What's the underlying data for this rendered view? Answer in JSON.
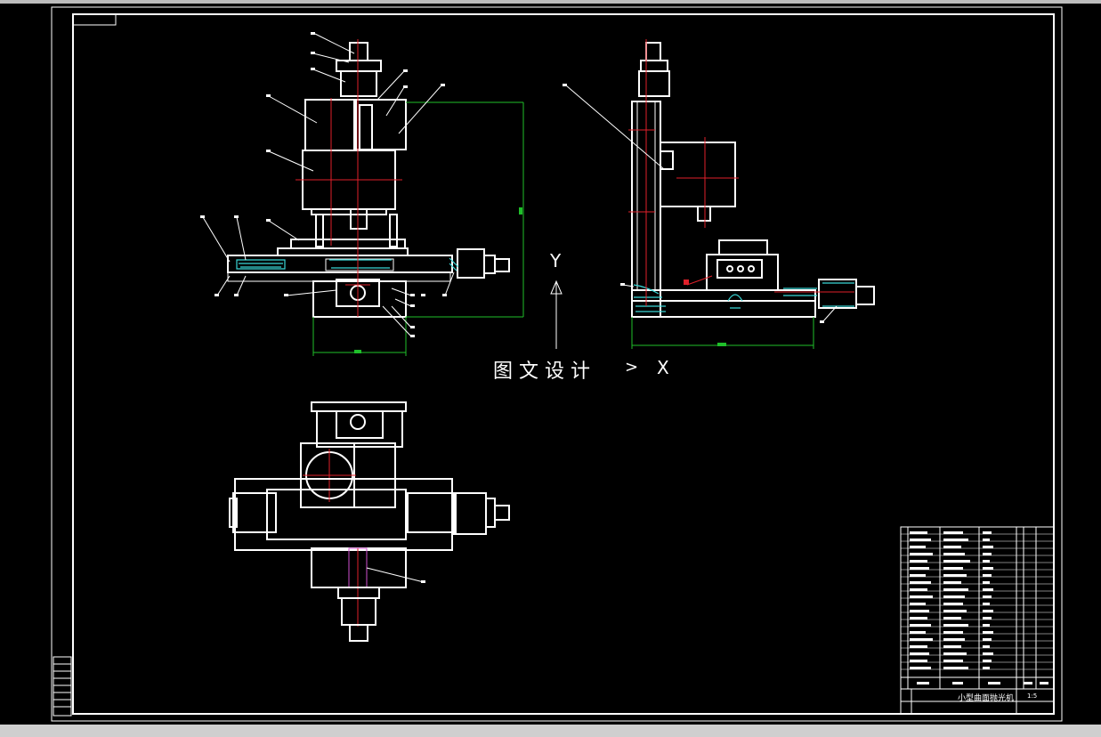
{
  "overlay": {
    "logo_text": "图 文 设 计",
    "x_axis_label": "X",
    "y_axis_label": "Y"
  },
  "title_block": {
    "title": "小型曲面抛光机",
    "scale": "1:5"
  },
  "colors": {
    "background": "#000000",
    "outline": "#ffffff",
    "centerline": "#e0202a",
    "dimension": "#1fbf2a",
    "hatch": "#39d6d6",
    "accent": "#d050d0"
  }
}
